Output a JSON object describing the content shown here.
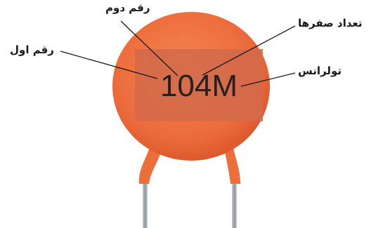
{
  "figure": {
    "code_text": "104M",
    "labels": {
      "second_digit": "رقم دوم",
      "first_digit": "رقم اول",
      "zero_count": "تعداد صفرها",
      "tolerance": "تولرانس"
    }
  },
  "colors": {
    "body_orange": "#ec6a3b",
    "label_rect": "#d46a4a",
    "leads": "#ec6e3a",
    "wire": "#9aa0a6"
  }
}
